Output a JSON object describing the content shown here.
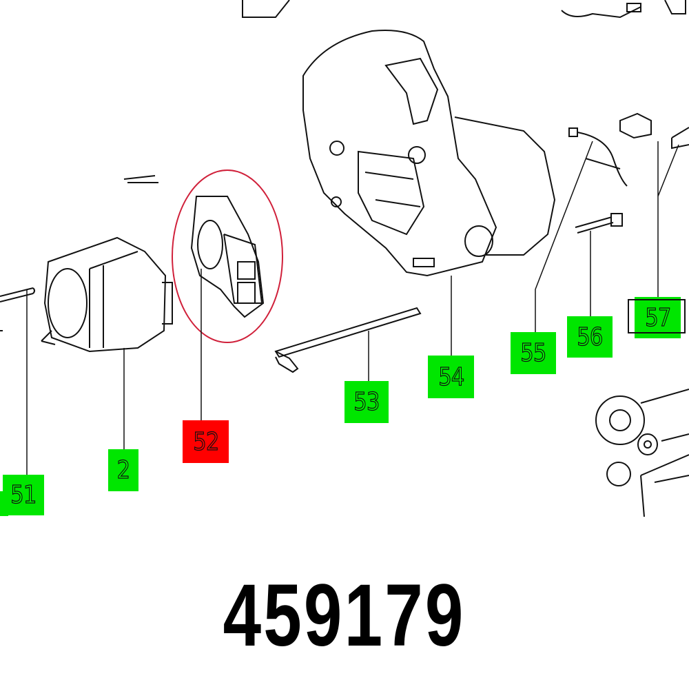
{
  "part_number": "459179",
  "callouts": [
    {
      "id": "51",
      "color": "#00e600",
      "highlighted": false
    },
    {
      "id": "2",
      "color": "#00e600",
      "highlighted": false
    },
    {
      "id": "52",
      "color": "#ff0000",
      "highlighted": true
    },
    {
      "id": "53",
      "color": "#00e600",
      "highlighted": false
    },
    {
      "id": "54",
      "color": "#00e600",
      "highlighted": false
    },
    {
      "id": "55",
      "color": "#00e600",
      "highlighted": false
    },
    {
      "id": "56",
      "color": "#00e600",
      "highlighted": false
    },
    {
      "id": "57",
      "color": "#00e600",
      "highlighted": false
    }
  ],
  "highlight_ring_color": "#d0203a"
}
